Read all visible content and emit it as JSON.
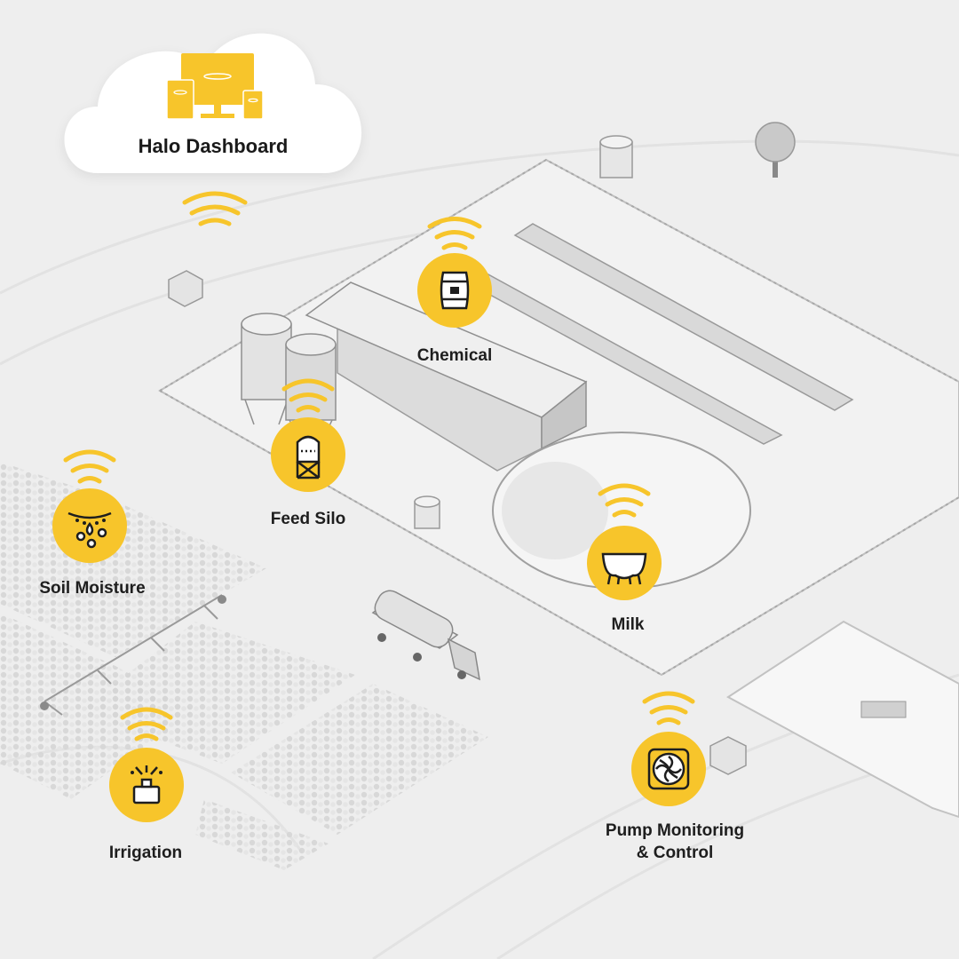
{
  "accent_color": "#f7c52b",
  "dashboard": {
    "title": "Halo Dashboard",
    "icon": "devices-icon"
  },
  "sensors": [
    {
      "id": "chemical",
      "label": "Chemical",
      "icon": "chemical-barrel-icon"
    },
    {
      "id": "feed-silo",
      "label": "Feed Silo",
      "icon": "silo-icon"
    },
    {
      "id": "soil-moisture",
      "label": "Soil Moisture",
      "icon": "soil-moisture-icon"
    },
    {
      "id": "milk",
      "label": "Milk",
      "icon": "udder-icon"
    },
    {
      "id": "irrigation",
      "label": "Irrigation",
      "icon": "sprinkler-icon"
    },
    {
      "id": "pump",
      "label_line1": "Pump Monitoring",
      "label_line2": "& Control",
      "icon": "pump-fan-icon"
    }
  ]
}
